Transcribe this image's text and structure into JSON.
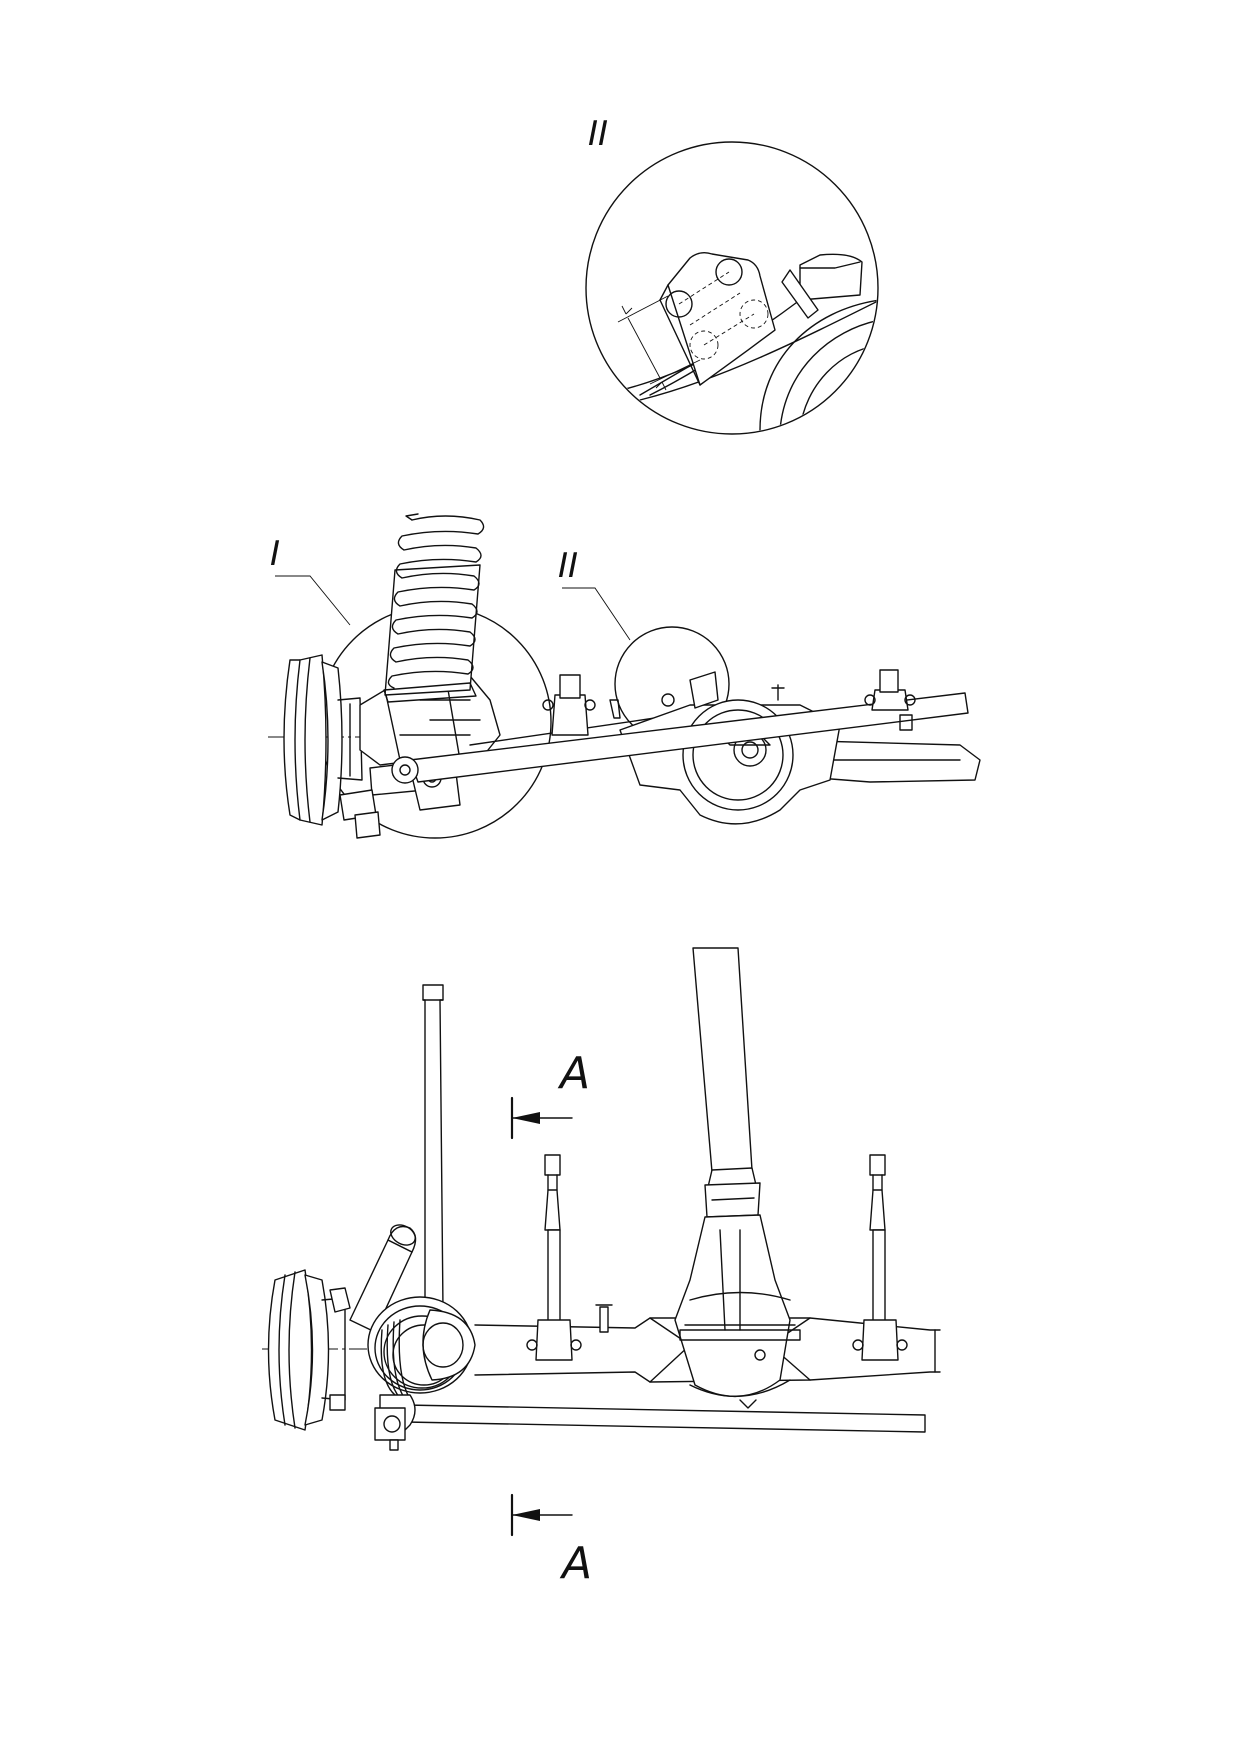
{
  "labels": {
    "detail_2_header": "II",
    "detail_1_callout": "I",
    "detail_2_callout": "II",
    "section_top": "A",
    "section_bottom": "A"
  }
}
